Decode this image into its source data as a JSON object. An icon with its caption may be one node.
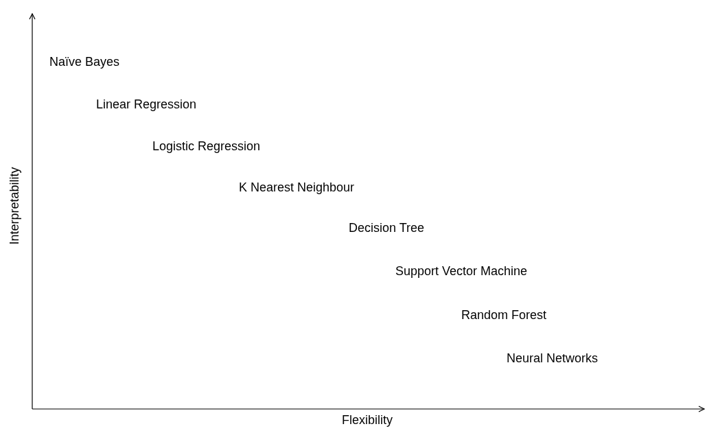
{
  "diagram": {
    "labels": [
      "Interpretability",
      "Naïve Bayes",
      "Linear Regression",
      "Logistic Regression",
      "K Nearest Neighbour",
      "Decision Tree",
      "Support Vector Machine",
      "Random Forest",
      "Neural Networks",
      "Flexibility"
    ]
  }
}
